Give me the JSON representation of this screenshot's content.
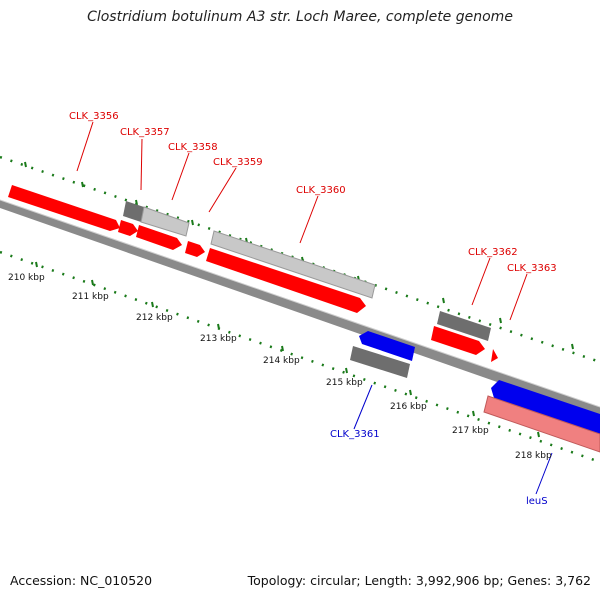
{
  "title": "Clostridium botulinum A3 str. Loch Maree, complete genome",
  "accession": "Accession: NC_010520",
  "stats": "Topology: circular; Length: 3,992,906 bp; Genes: 3,762",
  "colors": {
    "forward_cds": "#ff0000",
    "reverse_cds": "#0000ee",
    "named_gene": "#f08080",
    "neighbor_dark": "#6e6e6e",
    "neighbor_light": "#c8c8c8",
    "backbone": "#8a8a8a",
    "ticks": "#1a7a1a",
    "forward_label": "#dd0000",
    "reverse_label": "#0000cc"
  },
  "kbp_ticks": [
    "210 kbp",
    "211 kbp",
    "212 kbp",
    "213 kbp",
    "214 kbp",
    "215 kbp",
    "216 kbp",
    "217 kbp",
    "218 kbp"
  ],
  "gene_labels": {
    "forward": [
      "CLK_3356",
      "CLK_3357",
      "CLK_3358",
      "CLK_3359",
      "CLK_3360",
      "CLK_3362",
      "CLK_3363"
    ],
    "reverse": [
      "CLK_3361",
      "leuS"
    ]
  }
}
